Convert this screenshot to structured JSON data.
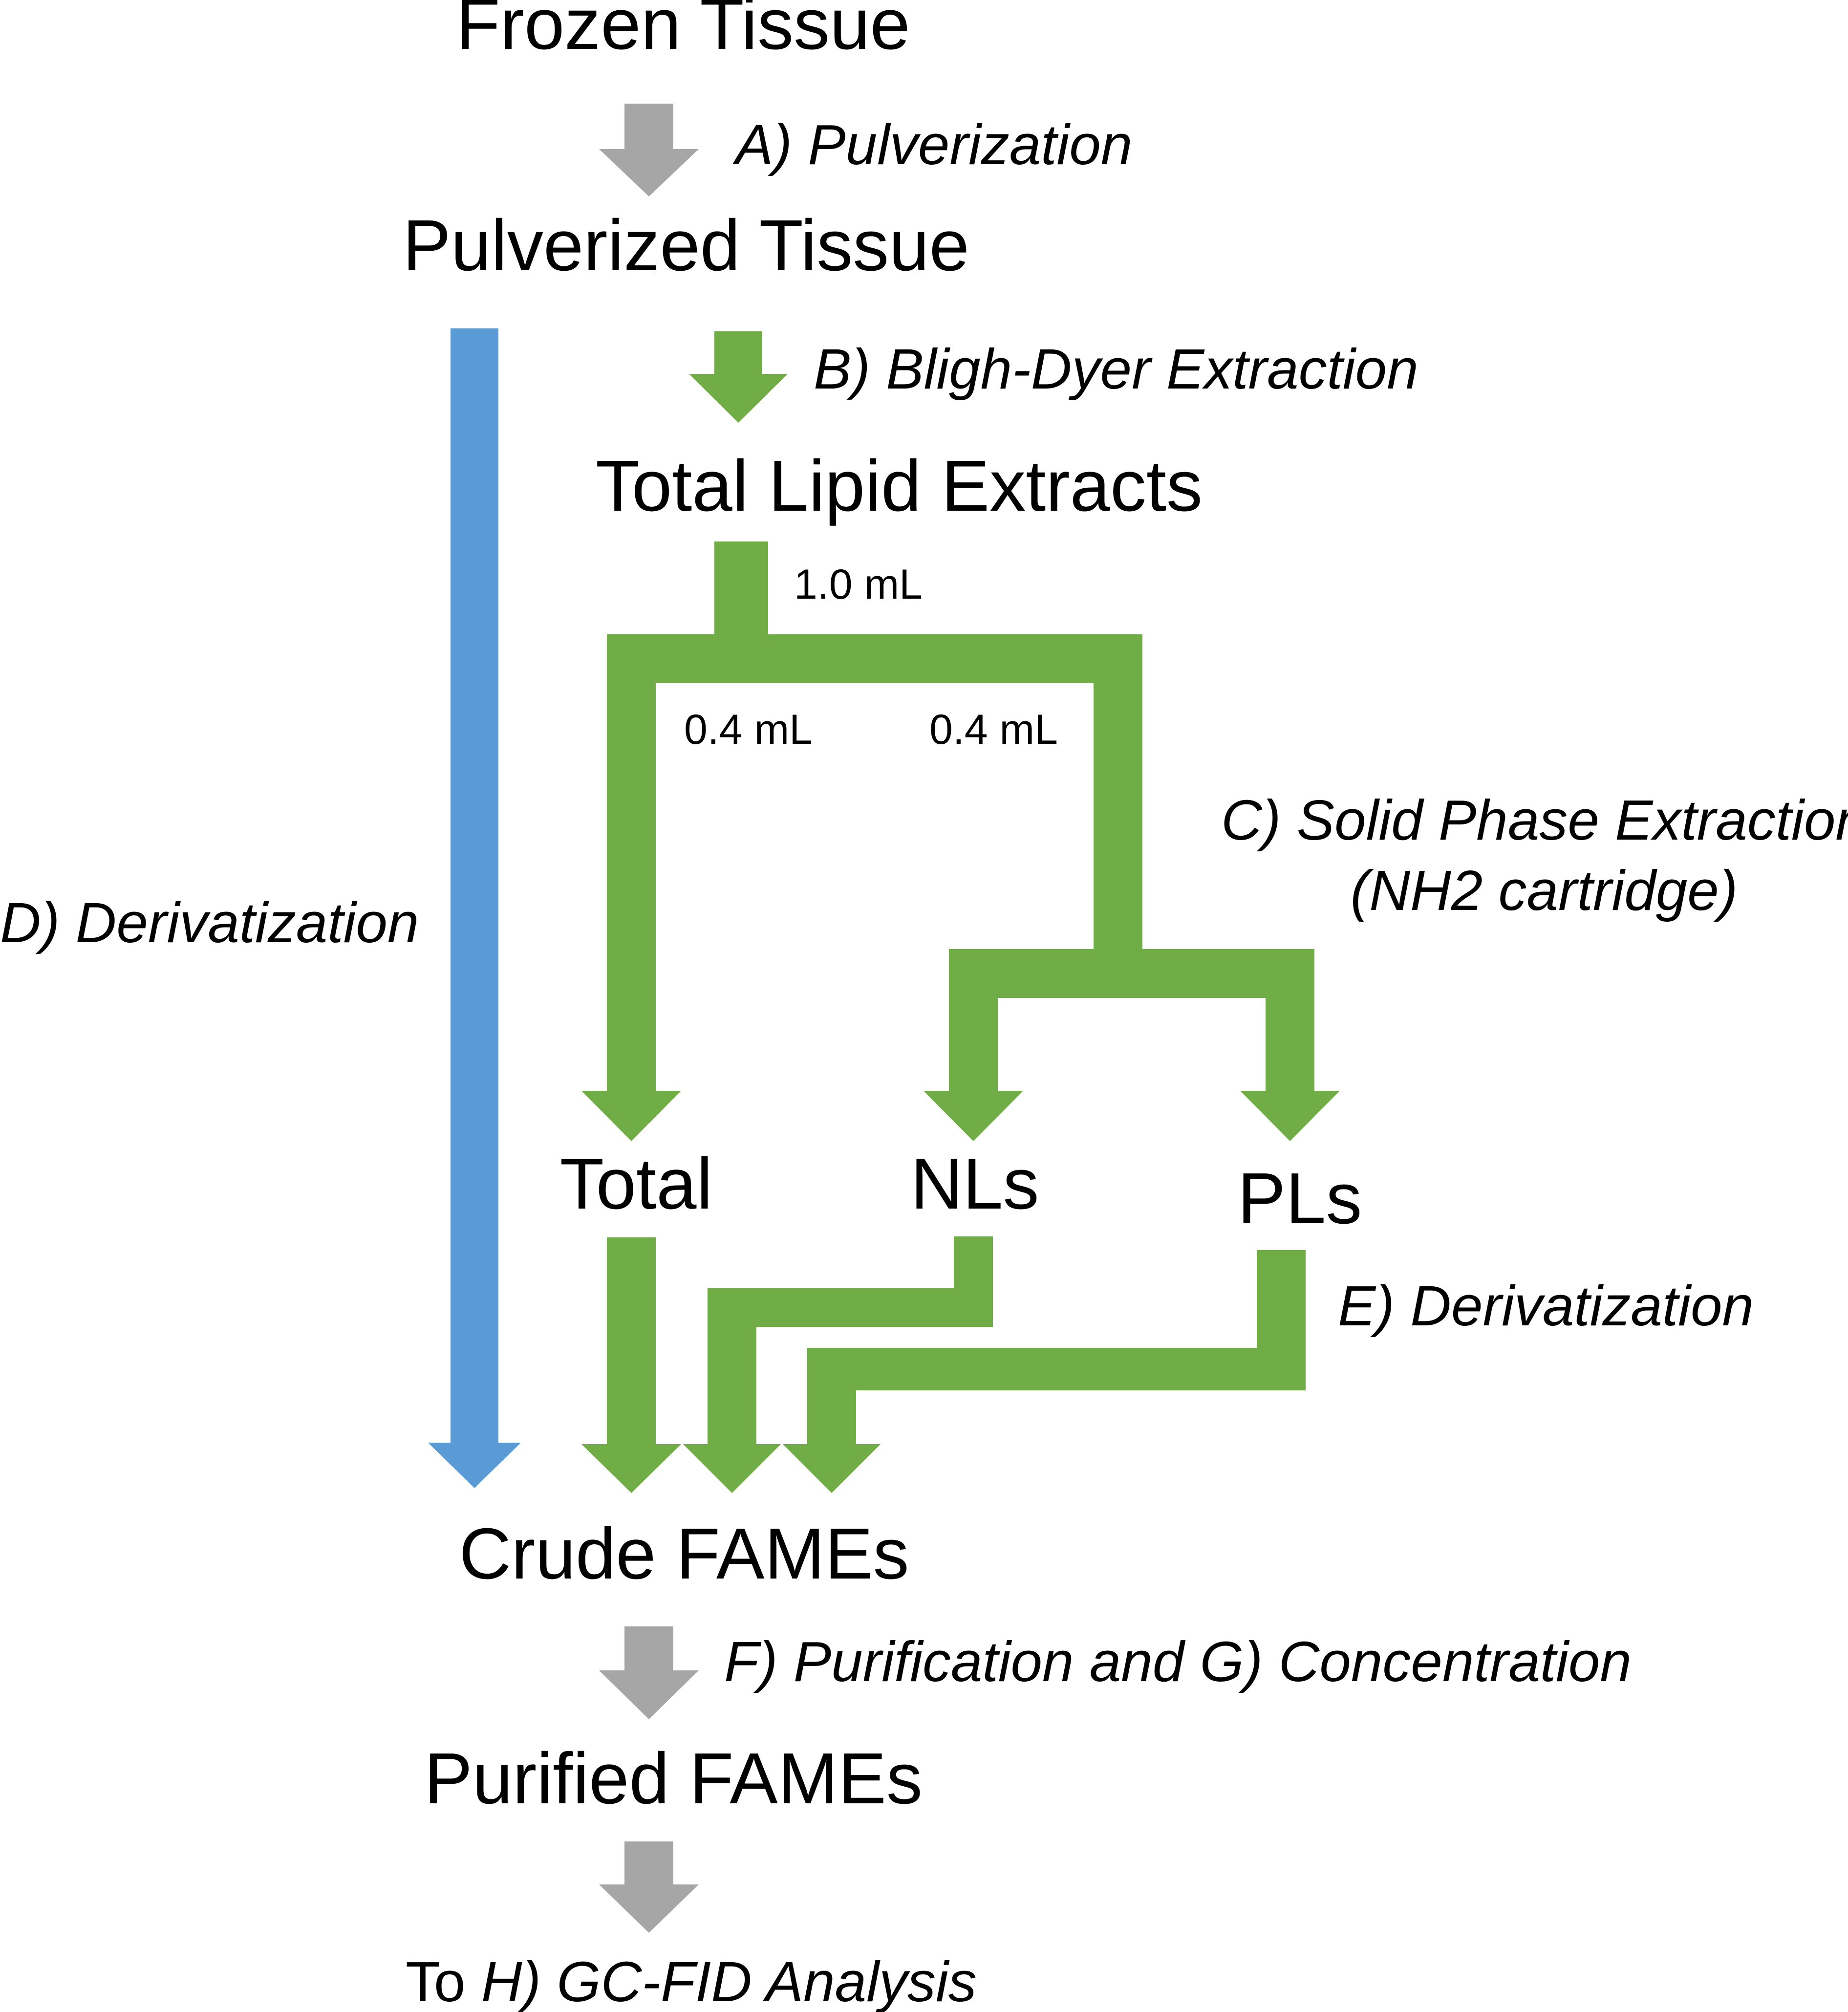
{
  "colors": {
    "gray_arrow": "#a6a6a6",
    "green_arrow": "#70ad47",
    "blue_arrow": "#5b9bd5",
    "text": "#000000",
    "background": "#ffffff"
  },
  "nodes": {
    "frozen_tissue": "Frozen Tissue",
    "pulverized_tissue": "Pulverized Tissue",
    "total_lipid_extracts": "Total Lipid Extracts",
    "total": "Total",
    "nls": "NLs",
    "pls": "PLs",
    "crude_fames": "Crude FAMEs",
    "purified_fames": "Purified FAMEs"
  },
  "steps": {
    "a": "A) Pulverization",
    "b": "B) Bligh-Dyer Extraction",
    "c_line1": "C) Solid Phase Extraction",
    "c_line2": "(NH2 cartridge)",
    "d": "D) Derivatization",
    "e": "E) Derivatization",
    "fg": "F) Purification and G) Concentration",
    "h_prefix": "To ",
    "h": "H) GC-FID Analysis"
  },
  "volumes": {
    "split_input": "1.0 mL",
    "to_total": "0.4 mL",
    "to_spe": "0.4 mL"
  }
}
